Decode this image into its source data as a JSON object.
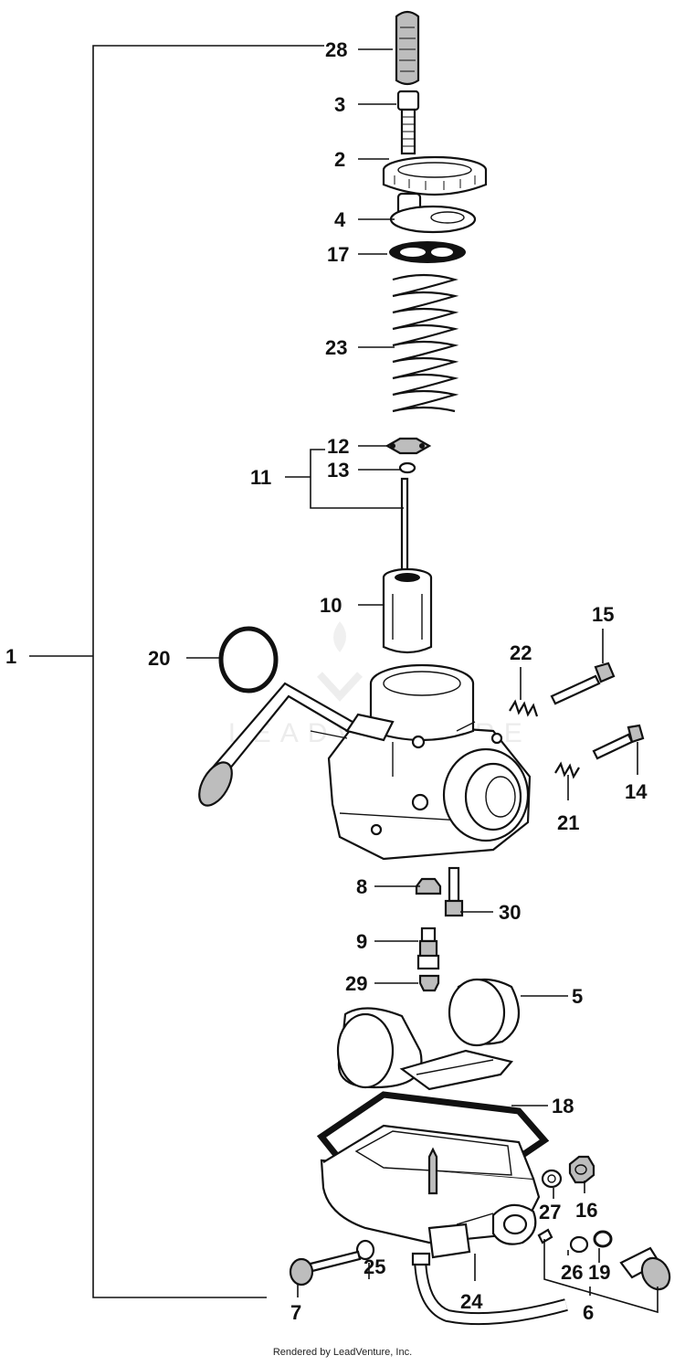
{
  "diagram": {
    "callouts": {
      "c1": "1",
      "c2": "2",
      "c3": "3",
      "c4": "4",
      "c5": "5",
      "c6": "6",
      "c7": "7",
      "c8": "8",
      "c9": "9",
      "c10": "10",
      "c11": "11",
      "c12": "12",
      "c13": "13",
      "c14": "14",
      "c15": "15",
      "c16": "16",
      "c17": "17",
      "c18": "18",
      "c19": "19",
      "c20": "20",
      "c21": "21",
      "c22": "22",
      "c23": "23",
      "c24": "24",
      "c25": "25",
      "c26": "26",
      "c27": "27",
      "c28": "28",
      "c29": "29",
      "c30": "30"
    },
    "watermark": "LEADVENTURE",
    "footer": "Rendered by LeadVenture, Inc."
  }
}
